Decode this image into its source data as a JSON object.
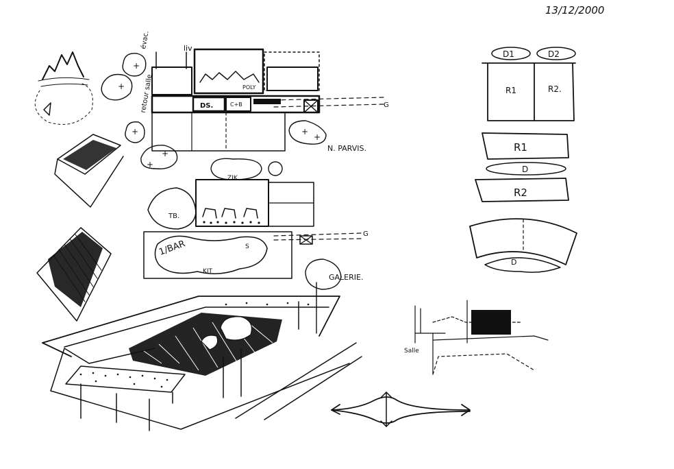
{
  "sheet": {
    "date": "13/12/2000"
  },
  "labels": {
    "evac": "évac.",
    "liv": "liv",
    "retour_salle": "retour salle",
    "poly": "POLY",
    "ds": "DS.",
    "cb": "C+B",
    "g1": "G",
    "n_parvis": "N. PARVIS.",
    "zik": "ZIK",
    "tb": "TB.",
    "bar": "1/BAR",
    "kit": "KIT",
    "s": "S",
    "g2": "G",
    "galerie": "GALERIE.",
    "d1": "D1",
    "d2": "D2",
    "r1_top": "R1",
    "r2_top": "R2.",
    "r1_mid": "R1",
    "d_mid": "D",
    "r2_mid": "R2",
    "d_curve": "D",
    "salle": "Salle"
  },
  "ink_color": "#111111",
  "paper_color": "#ffffff"
}
